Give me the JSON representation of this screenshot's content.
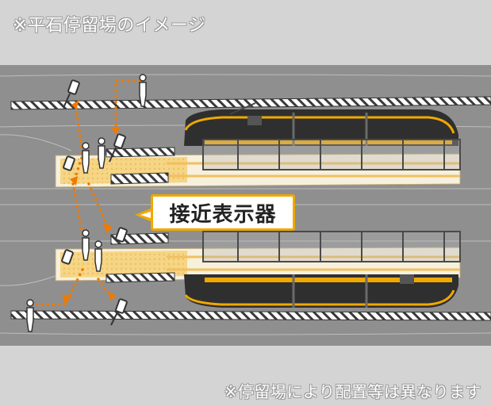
{
  "captions": {
    "top": "※平石停留場のイメージ",
    "bottom": "※停留場により配置等は異なります"
  },
  "callout": {
    "label": "接近表示器"
  },
  "colors": {
    "background": "#d4d4d4",
    "road": "#8f8f8f",
    "tram_body": "#2f2f2f",
    "tram_accent": "#f0a800",
    "path_dots": "#f07a00",
    "platform": "#f7f0dc"
  },
  "icons": {
    "approach_display": "approach-display-icon",
    "pedestrian": "pedestrian-icon",
    "tram": "tram-icon",
    "walking_route": "route-arrow-icon"
  }
}
